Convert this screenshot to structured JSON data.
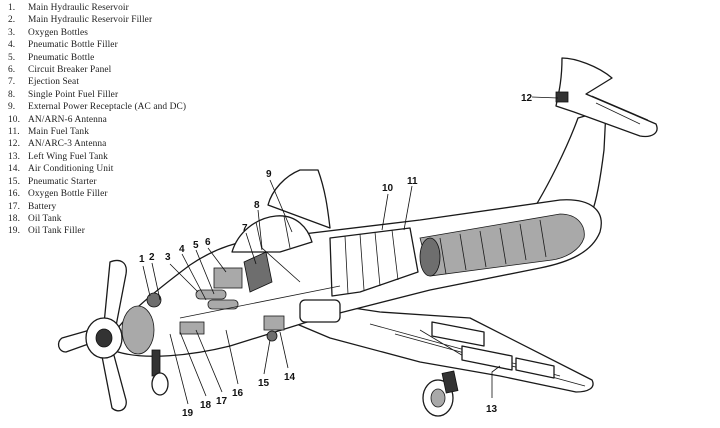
{
  "legend": [
    {
      "num": "1.",
      "text": "Main Hydraulic Reservoir"
    },
    {
      "num": "2.",
      "text": "Main Hydraulic Reservoir Filler"
    },
    {
      "num": "3.",
      "text": "Oxygen Bottles"
    },
    {
      "num": "4.",
      "text": "Pneumatic Bottle Filler"
    },
    {
      "num": "5.",
      "text": "Pneumatic Bottle"
    },
    {
      "num": "6.",
      "text": "Circuit Breaker Panel"
    },
    {
      "num": "7.",
      "text": "Ejection Seat"
    },
    {
      "num": "8.",
      "text": "Single Point Fuel Filler"
    },
    {
      "num": "9.",
      "text": "External Power Receptacle (AC and DC)"
    },
    {
      "num": "10.",
      "text": "AN/ARN-6 Antenna"
    },
    {
      "num": "11.",
      "text": "Main Fuel Tank"
    },
    {
      "num": "12.",
      "text": "AN/ARC-3 Antenna"
    },
    {
      "num": "13.",
      "text": "Left Wing Fuel Tank"
    },
    {
      "num": "14.",
      "text": "Air Conditioning Unit"
    },
    {
      "num": "15.",
      "text": "Pneumatic Starter"
    },
    {
      "num": "16.",
      "text": "Oxygen Bottle Filler"
    },
    {
      "num": "17.",
      "text": "Battery"
    },
    {
      "num": "18.",
      "text": "Oil Tank"
    },
    {
      "num": "19.",
      "text": "Oil Tank Filler"
    }
  ],
  "callouts": {
    "c1": "1",
    "c2": "2",
    "c3": "3",
    "c4": "4",
    "c5": "5",
    "c6": "6",
    "c7": "7",
    "c8": "8",
    "c9": "9",
    "c10": "10",
    "c11": "11",
    "c12": "12",
    "c13": "13",
    "c14": "14",
    "c15": "15",
    "c16": "16",
    "c17": "17",
    "c18": "18",
    "c19": "19"
  }
}
